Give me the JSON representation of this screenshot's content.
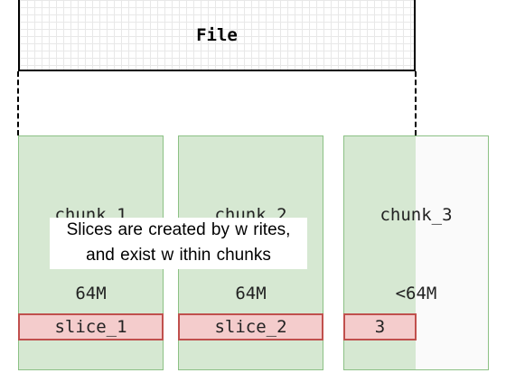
{
  "file": {
    "label": "File"
  },
  "chunks": [
    {
      "name": "chunk_1",
      "size": "64M"
    },
    {
      "name": "chunk_2",
      "size": "64M"
    },
    {
      "name": "chunk_3",
      "size": "<64M"
    }
  ],
  "slices": [
    {
      "label": "slice_1"
    },
    {
      "label": "slice_2"
    },
    {
      "label": "3"
    }
  ],
  "note": {
    "line1": "Slices are created by w rites,",
    "line2": "and exist w ithin chunks"
  },
  "colors": {
    "chunk_fill": "#d6e8d2",
    "chunk_border": "#8cc185",
    "slice_fill": "#f4cccc",
    "slice_border": "#c0504d",
    "file_border": "#000000"
  }
}
